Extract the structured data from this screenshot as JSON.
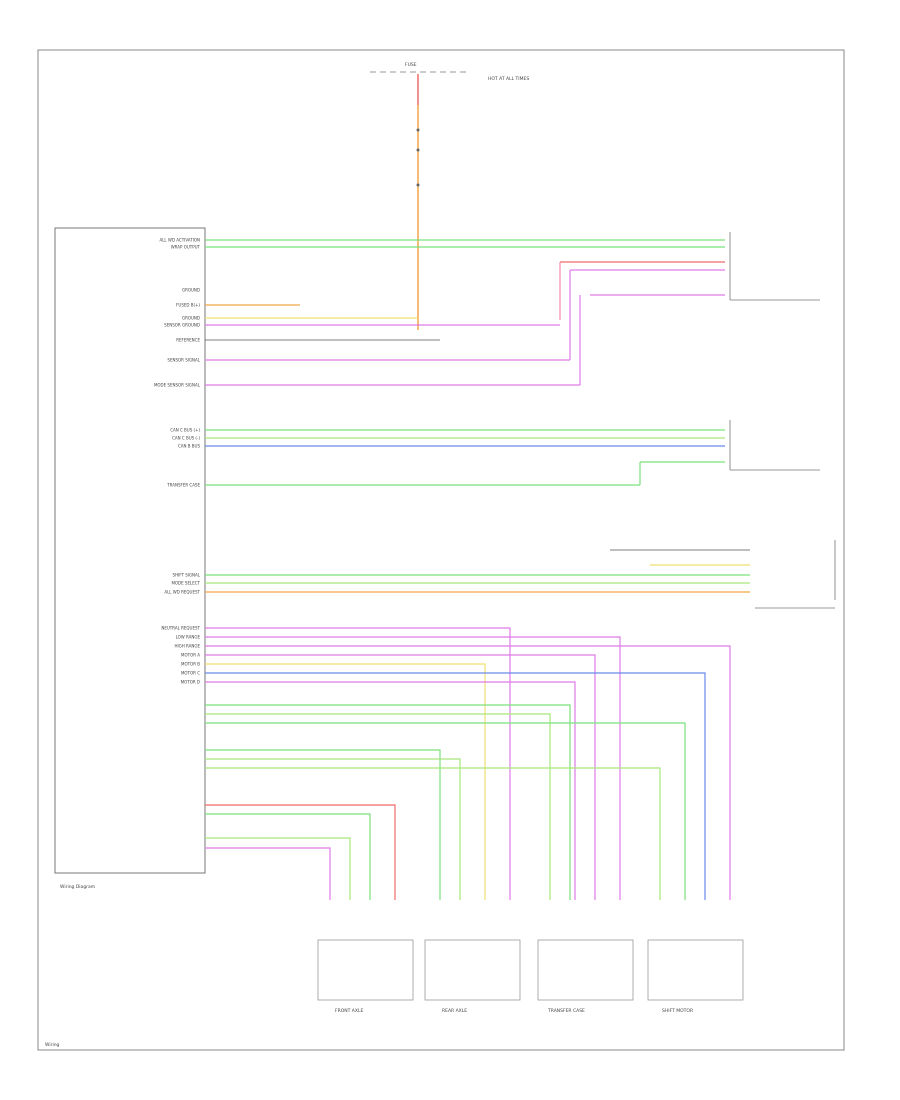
{
  "module": {
    "title": "Wiring Diagram",
    "pins": [
      {
        "label": "ALL WD ACTIVATION"
      },
      {
        "label": "WRAP OUTPUT"
      },
      {
        "label": ""
      },
      {
        "label": "GROUND"
      },
      {
        "label": "FUSED B(+)"
      },
      {
        "label": "GROUND"
      },
      {
        "label": "SENSOR GROUND"
      },
      {
        "label": "REFERENCE"
      },
      {
        "label": "SENSOR SIGNAL"
      },
      {
        "label": "MODE SENSOR SIGNAL"
      },
      {
        "label": "CAN C BUS (+)"
      },
      {
        "label": "CAN C BUS (-)"
      },
      {
        "label": "CAN B BUS"
      },
      {
        "label": "TRANSFER CASE"
      },
      {
        "label": "SHIFT SIGNAL"
      },
      {
        "label": "MODE SELECT"
      },
      {
        "label": "ALL WD REQUEST"
      },
      {
        "label": "NEUTRAL REQUEST"
      },
      {
        "label": "LOW RANGE"
      },
      {
        "label": "HIGH RANGE"
      },
      {
        "label": "MOTOR A"
      },
      {
        "label": "MOTOR B"
      },
      {
        "label": "MOTOR C"
      },
      {
        "label": "MOTOR D"
      }
    ]
  },
  "fuse": {
    "label": "FUSE",
    "note": "HOT AT ALL TIMES"
  },
  "connectors": [
    {
      "label": "FRONT AXLE"
    },
    {
      "label": "REAR AXLE"
    },
    {
      "label": "TRANSFER CASE"
    },
    {
      "label": "SHIFT MOTOR"
    }
  ],
  "footer": {
    "label": "Wiring"
  },
  "colors": {
    "green": "#7be07b",
    "orange": "#f0a64a",
    "pink": "#f08ab4",
    "magenta": "#e07ae8",
    "blue": "#6a8ae8",
    "yellow": "#f0e070",
    "red": "#f06a6a",
    "ltgreen": "#a6e87a"
  }
}
